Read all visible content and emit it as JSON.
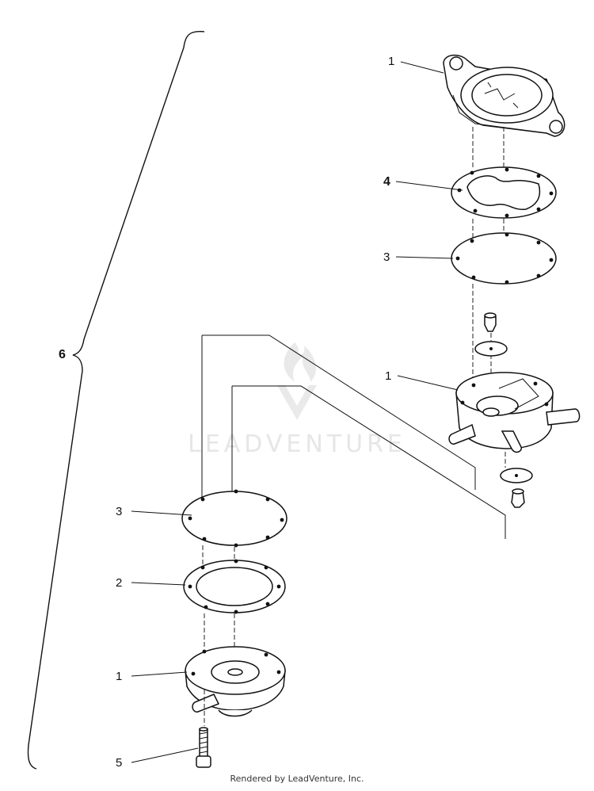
{
  "diagram": {
    "callouts": {
      "c1_top": "1",
      "c4": "4",
      "c3_top": "3",
      "c1_mid": "1",
      "c6": "6",
      "c3_bottom": "3",
      "c2": "2",
      "c1_bottom": "1",
      "c5": "5"
    },
    "watermark": "LEADVENTURE",
    "footer": "Rendered by LeadVenture, Inc."
  }
}
